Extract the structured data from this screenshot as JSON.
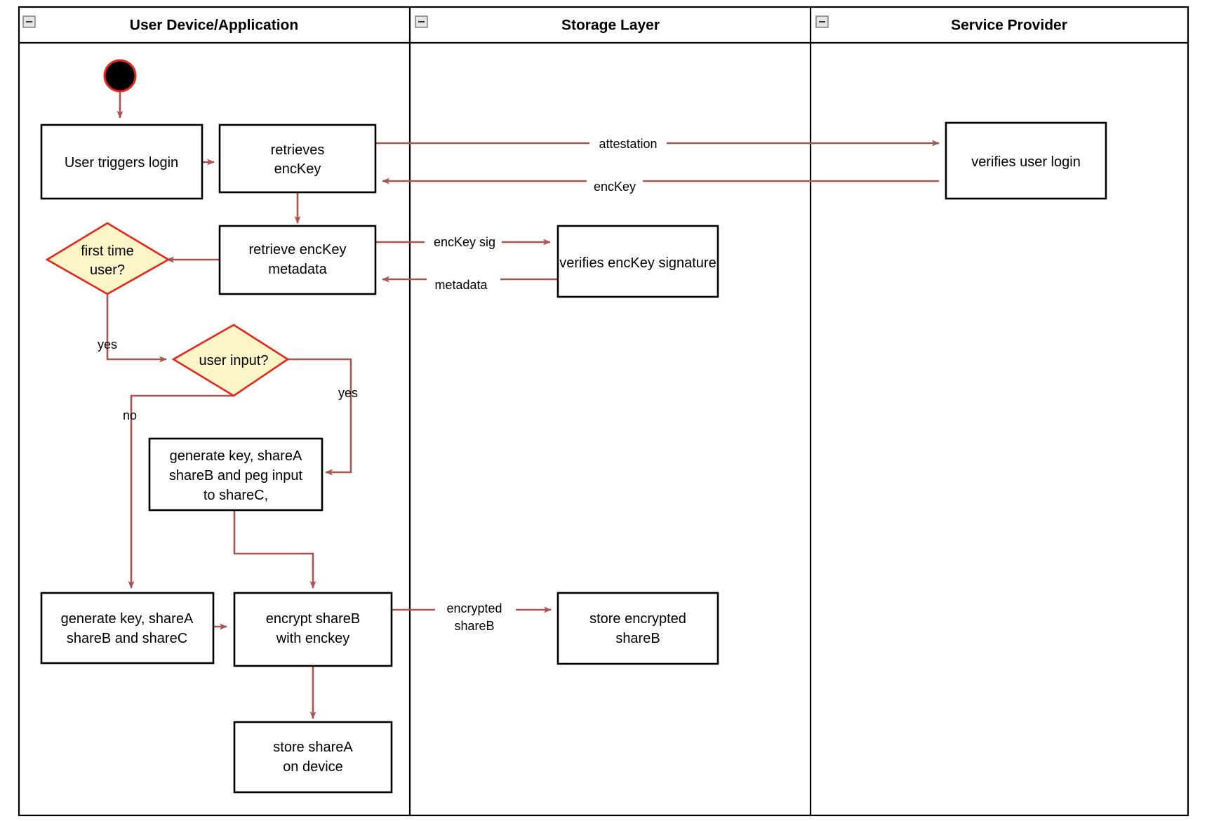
{
  "diagram": {
    "title": "Login / key-share provisioning activity diagram",
    "colors": {
      "edge": "#a85450",
      "decision_fill": "#fdf5c8",
      "decision_stroke": "#e8261c",
      "node_stroke": "#000000",
      "start_fill": "#000000",
      "start_stroke": "#e8261c"
    },
    "lanes": [
      {
        "id": "lane-user-device",
        "label": "User Device/Application",
        "collapse_icon": "collapse-minus-icon"
      },
      {
        "id": "lane-storage",
        "label": "Storage Layer",
        "collapse_icon": "collapse-minus-icon"
      },
      {
        "id": "lane-service-provider",
        "label": "Service Provider",
        "collapse_icon": "collapse-minus-icon"
      }
    ],
    "nodes": [
      {
        "id": "start",
        "type": "start",
        "label": ""
      },
      {
        "id": "user-triggers-login",
        "type": "action",
        "lines": [
          "User triggers login"
        ]
      },
      {
        "id": "retrieves-enckey",
        "type": "action",
        "lines": [
          "retrieves",
          "encKey"
        ]
      },
      {
        "id": "verifies-user-login",
        "type": "action",
        "lines": [
          "verifies user login"
        ]
      },
      {
        "id": "retrieve-enckey-metadata",
        "type": "action",
        "lines": [
          "retrieve encKey",
          "metadata"
        ]
      },
      {
        "id": "verifies-enckey-signature",
        "type": "action",
        "lines": [
          "verifies encKey signature"
        ]
      },
      {
        "id": "first-time-user",
        "type": "decision",
        "lines": [
          "first time",
          "user?"
        ]
      },
      {
        "id": "user-input",
        "type": "decision",
        "lines": [
          "user input?"
        ]
      },
      {
        "id": "generate-peg",
        "type": "action",
        "lines": [
          "generate key, shareA",
          "shareB and peg input",
          "to shareC,"
        ]
      },
      {
        "id": "generate-shares",
        "type": "action",
        "lines": [
          "generate key, shareA",
          "shareB and shareC"
        ]
      },
      {
        "id": "encrypt-shareb",
        "type": "action",
        "lines": [
          "encrypt shareB",
          "with enckey"
        ]
      },
      {
        "id": "store-encrypted-shareb",
        "type": "action",
        "lines": [
          "store encrypted",
          "shareB"
        ]
      },
      {
        "id": "store-sharea",
        "type": "action",
        "lines": [
          "store shareA",
          "on device"
        ]
      }
    ],
    "edge_labels": {
      "attestation": "attestation",
      "enckey": "encKey",
      "enckey_sig": "encKey sig",
      "metadata": "metadata",
      "yes_first_time": "yes",
      "yes_user_input": "yes",
      "no_user_input": "no",
      "encrypted_line1": "encrypted",
      "encrypted_line2": "shareB"
    }
  }
}
